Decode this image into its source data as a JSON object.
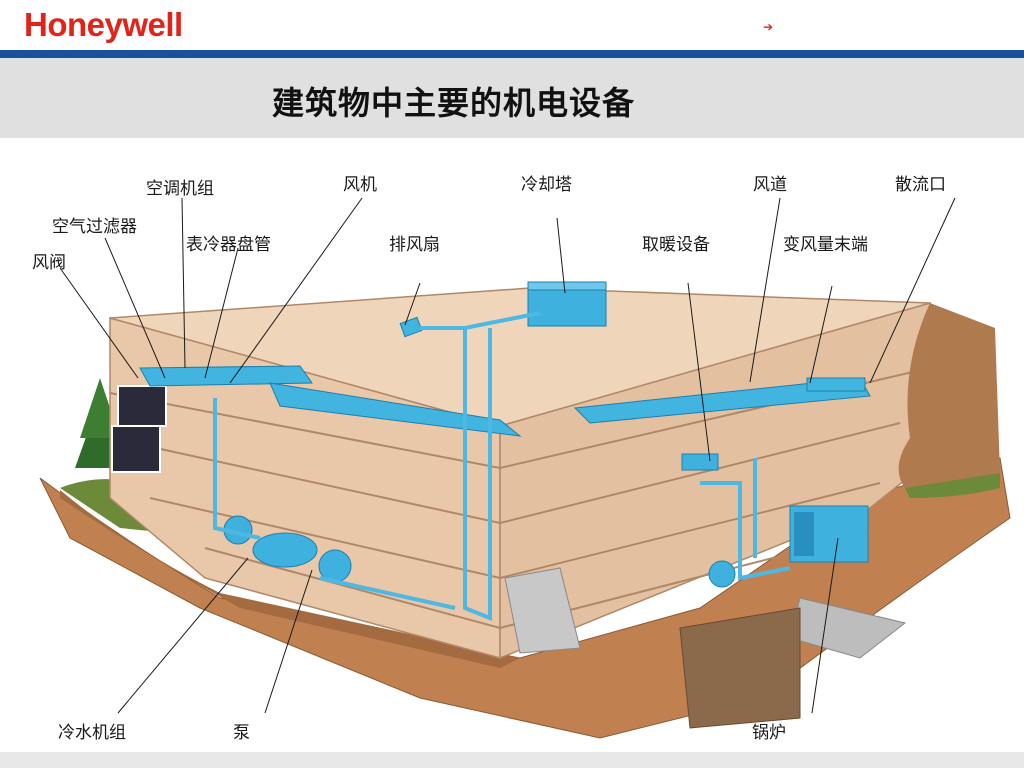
{
  "header": {
    "logo_text": "Honeywell",
    "nav_arrow": "➔",
    "accent_color": "#e2231a",
    "rule_color": "#1a4f9c"
  },
  "slide": {
    "title": "建筑物中主要的机电设备"
  },
  "diagram": {
    "labels": {
      "ac_unit": "空调机组",
      "fan": "风机",
      "cooling_tower": "冷却塔",
      "duct": "风道",
      "diffuser": "散流口",
      "air_filter": "空气过滤器",
      "cooling_coil": "表冷器盘管",
      "exhaust_fan": "排风扇",
      "heating_equipment": "取暖设备",
      "vav_terminal": "变风量末端",
      "damper": "风阀",
      "chiller": "冷水机组",
      "pump": "泵",
      "boiler": "锅炉"
    }
  }
}
